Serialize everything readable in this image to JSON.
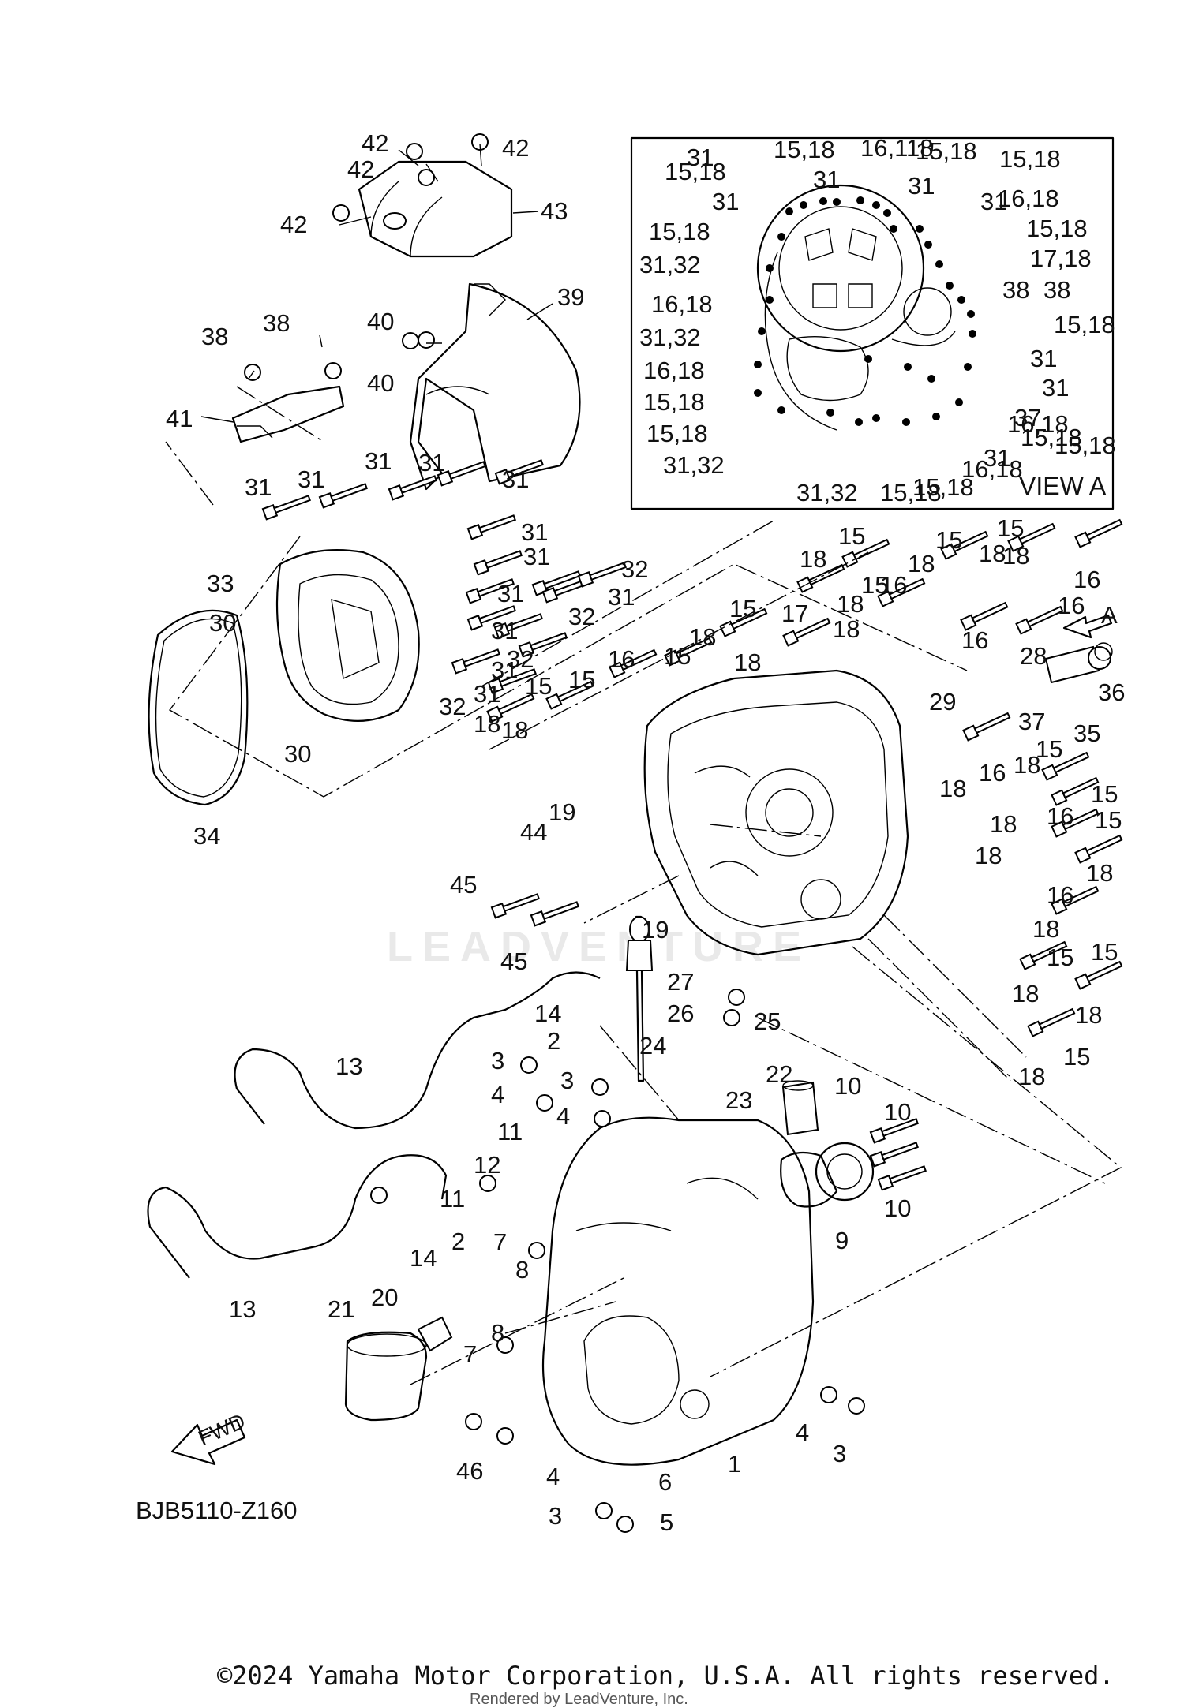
{
  "diagram": {
    "view_label": "VIEW A",
    "view_arrow_label": "A",
    "fwd_label": "FWD",
    "diagram_code": "BJB5110-Z160",
    "copyright": "©2024 Yamaha Motor Corporation, U.S.A. All rights reserved.",
    "rendered_by": "Rendered by LeadVenture, Inc.",
    "watermark": "LEADVENTURE",
    "callouts": [
      "42",
      "42",
      "42",
      "42",
      "43",
      "39",
      "38",
      "38",
      "40",
      "40",
      "41",
      "31",
      "31",
      "31",
      "31",
      "31",
      "31",
      "31",
      "31",
      "31",
      "31",
      "31",
      "31",
      "32",
      "32",
      "32",
      "32",
      "33",
      "30",
      "30",
      "34",
      "15",
      "18",
      "15",
      "18",
      "15",
      "18",
      "16",
      "18",
      "15",
      "18",
      "16",
      "18",
      "17",
      "15",
      "18",
      "15",
      "18",
      "16",
      "15",
      "18",
      "15",
      "18",
      "16",
      "16",
      "28",
      "29",
      "37",
      "36",
      "35",
      "18",
      "16",
      "18",
      "15",
      "15",
      "18",
      "16",
      "15",
      "18",
      "18",
      "16",
      "18",
      "15",
      "15",
      "18",
      "18",
      "15",
      "18",
      "19",
      "44",
      "45",
      "45",
      "19",
      "27",
      "26",
      "25",
      "14",
      "2",
      "24",
      "3",
      "4",
      "3",
      "4",
      "13",
      "11",
      "12",
      "11",
      "7",
      "8",
      "14",
      "2",
      "13",
      "21",
      "20",
      "8",
      "7",
      "46",
      "23",
      "22",
      "10",
      "10",
      "10",
      "9",
      "4",
      "3",
      "1",
      "4",
      "6",
      "3",
      "5",
      "31",
      "15,18",
      "16,118",
      "15,18",
      "15,18",
      "31",
      "31",
      "15,18",
      "31",
      "31",
      "16,18",
      "15,18",
      "15,18",
      "31,32",
      "17,18",
      "38",
      "38",
      "16,18",
      "31,32",
      "15,18",
      "16,18",
      "31",
      "15,18",
      "31",
      "15,18",
      "31,32",
      "16,18",
      "37",
      "15,18",
      "31",
      "16,18",
      "15,18",
      "31,32",
      "15,18",
      "15,18"
    ]
  }
}
